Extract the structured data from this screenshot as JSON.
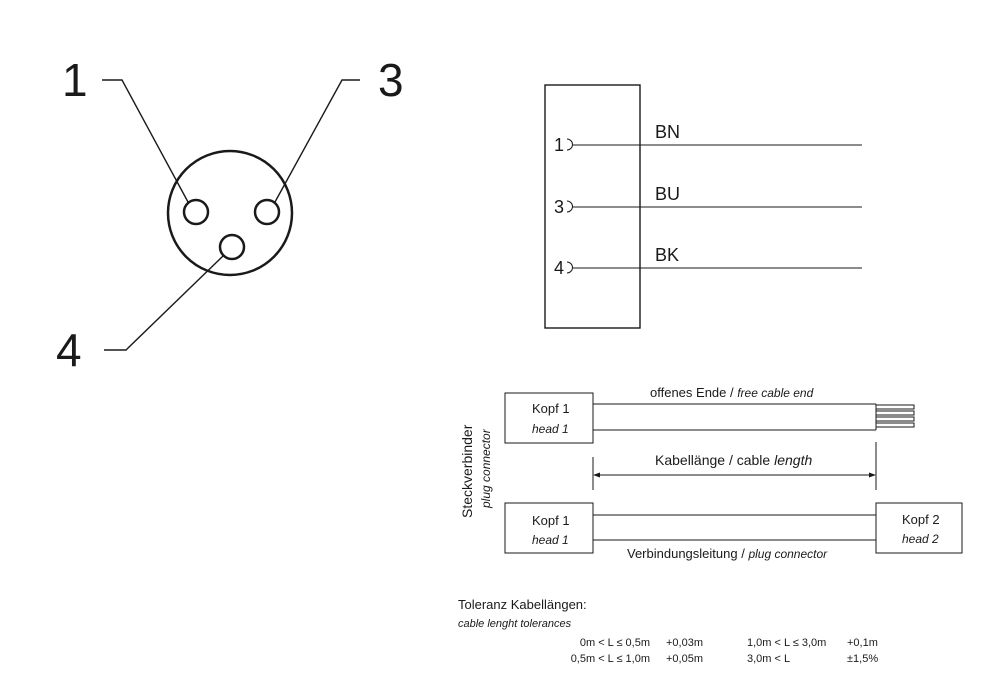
{
  "pinout": {
    "pin1": "1",
    "pin3": "3",
    "pin4": "4"
  },
  "wiring": {
    "rows": [
      {
        "pin": "1",
        "color": "BN"
      },
      {
        "pin": "3",
        "color": "BU"
      },
      {
        "pin": "4",
        "color": "BK"
      }
    ]
  },
  "cables": {
    "head1": "Kopf 1",
    "head1_en": "head 1",
    "head2": "Kopf 2",
    "head2_en": "head 2",
    "free_end": "offenes Ende / ",
    "free_end_en": "free cable end",
    "length": "Kabellänge / cable ",
    "length_en": "length",
    "connection": "Verbindungsleitung / ",
    "connection_en": "plug connector",
    "side_label": "Steckverbinder",
    "side_label_en": "plug connector"
  },
  "tolerances": {
    "title": "Toleranz Kabellängen:",
    "subtitle": "cable lenght tolerances",
    "rows": [
      {
        "range": "0m < L ≤ 0,5m",
        "tol": "+0,03m",
        "range2": "1,0m < L ≤ 3,0m",
        "tol2": "+0,1m"
      },
      {
        "range": "0,5m < L ≤ 1,0m",
        "tol": "+0,05m",
        "range2": "3,0m < L",
        "tol2": "±1,5%"
      }
    ]
  }
}
